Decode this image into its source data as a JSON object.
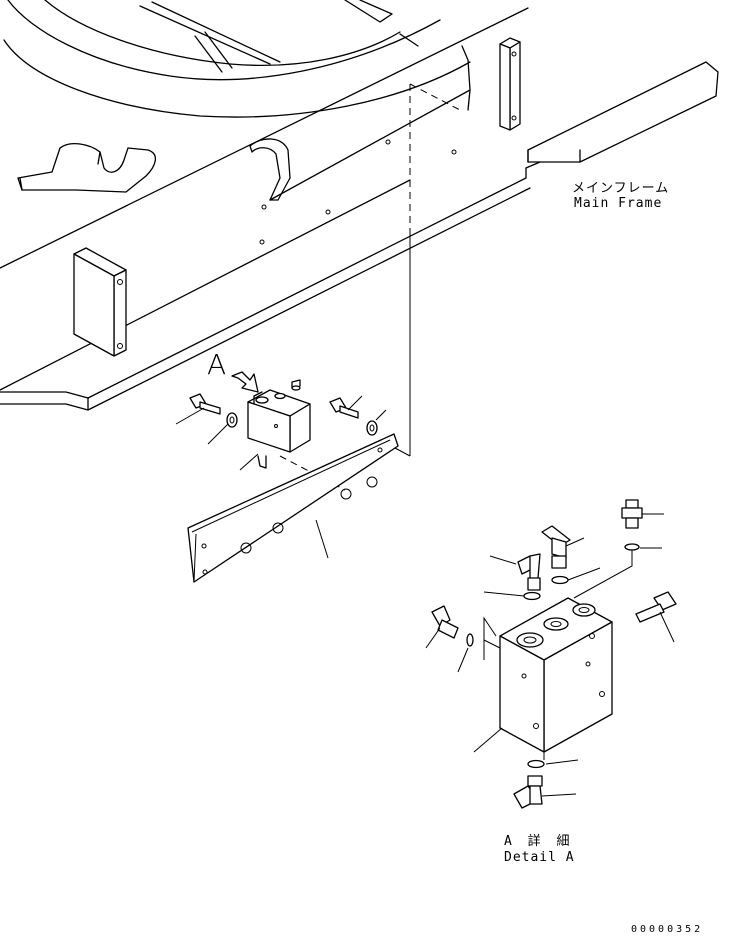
{
  "labels": {
    "main_frame_jp": "メインフレーム",
    "main_frame_en": "Main Frame",
    "callout": "A",
    "detail_jp": "A 詳 細",
    "detail_en": "Detail A",
    "drawing_number": "00000352"
  },
  "colors": {
    "line": "#000000",
    "background": "#ffffff"
  }
}
